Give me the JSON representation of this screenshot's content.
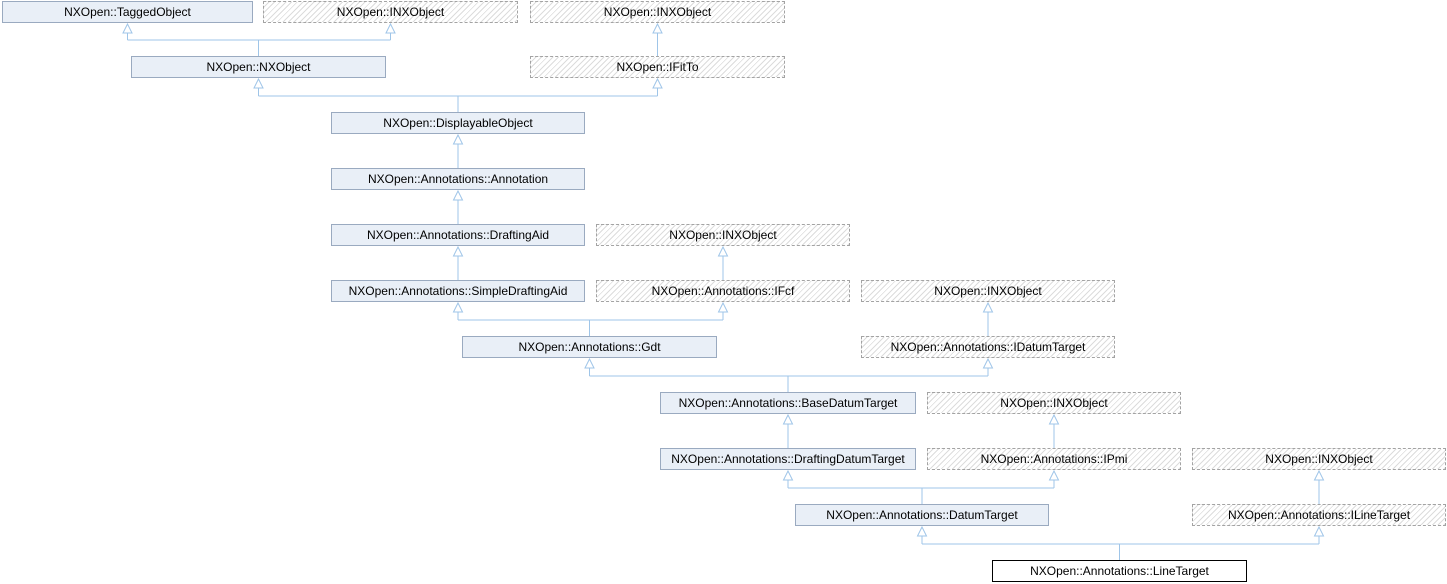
{
  "diagram": {
    "type": "class-inheritance",
    "target_class": "NXOpen::Annotations::LineTarget",
    "colors": {
      "edge": "#9fc5e8",
      "solid_fill": "#e9eff7",
      "solid_border": "#9aaac0",
      "hatch_line": "#dcdcdc",
      "hatch_border": "#a3a3a3",
      "target_border": "#000000",
      "text": "#000000",
      "background": "#ffffff"
    },
    "nodes": [
      {
        "id": "tagged-object",
        "label": "NXOpen::TaggedObject",
        "variant": "solid"
      },
      {
        "id": "inxobject-1",
        "label": "NXOpen::INXObject",
        "variant": "hatched"
      },
      {
        "id": "inxobject-2",
        "label": "NXOpen::INXObject",
        "variant": "hatched"
      },
      {
        "id": "nxobject",
        "label": "NXOpen::NXObject",
        "variant": "solid"
      },
      {
        "id": "ifitto",
        "label": "NXOpen::IFitTo",
        "variant": "hatched"
      },
      {
        "id": "displayable-object",
        "label": "NXOpen::DisplayableObject",
        "variant": "solid"
      },
      {
        "id": "annotation",
        "label": "NXOpen::Annotations::Annotation",
        "variant": "solid"
      },
      {
        "id": "drafting-aid",
        "label": "NXOpen::Annotations::DraftingAid",
        "variant": "solid"
      },
      {
        "id": "inxobject-3",
        "label": "NXOpen::INXObject",
        "variant": "hatched"
      },
      {
        "id": "simple-drafting-aid",
        "label": "NXOpen::Annotations::SimpleDraftingAid",
        "variant": "solid"
      },
      {
        "id": "ifcf",
        "label": "NXOpen::Annotations::IFcf",
        "variant": "hatched"
      },
      {
        "id": "inxobject-4",
        "label": "NXOpen::INXObject",
        "variant": "hatched"
      },
      {
        "id": "gdt",
        "label": "NXOpen::Annotations::Gdt",
        "variant": "solid"
      },
      {
        "id": "idatum-target",
        "label": "NXOpen::Annotations::IDatumTarget",
        "variant": "hatched"
      },
      {
        "id": "base-datum-target",
        "label": "NXOpen::Annotations::BaseDatumTarget",
        "variant": "solid"
      },
      {
        "id": "inxobject-5",
        "label": "NXOpen::INXObject",
        "variant": "hatched"
      },
      {
        "id": "drafting-datum-target",
        "label": "NXOpen::Annotations::DraftingDatumTarget",
        "variant": "solid"
      },
      {
        "id": "ipmi",
        "label": "NXOpen::Annotations::IPmi",
        "variant": "hatched"
      },
      {
        "id": "inxobject-6",
        "label": "NXOpen::INXObject",
        "variant": "hatched"
      },
      {
        "id": "datum-target",
        "label": "NXOpen::Annotations::DatumTarget",
        "variant": "solid"
      },
      {
        "id": "iline-target",
        "label": "NXOpen::Annotations::ILineTarget",
        "variant": "hatched"
      },
      {
        "id": "line-target",
        "label": "NXOpen::Annotations::LineTarget",
        "variant": "target"
      }
    ],
    "edges": [
      {
        "from": "nxobject",
        "to": "tagged-object"
      },
      {
        "from": "nxobject",
        "to": "inxobject-1"
      },
      {
        "from": "ifitto",
        "to": "inxobject-2"
      },
      {
        "from": "displayable-object",
        "to": "nxobject"
      },
      {
        "from": "displayable-object",
        "to": "ifitto"
      },
      {
        "from": "annotation",
        "to": "displayable-object"
      },
      {
        "from": "drafting-aid",
        "to": "annotation"
      },
      {
        "from": "simple-drafting-aid",
        "to": "drafting-aid"
      },
      {
        "from": "ifcf",
        "to": "inxobject-3"
      },
      {
        "from": "gdt",
        "to": "simple-drafting-aid"
      },
      {
        "from": "gdt",
        "to": "ifcf"
      },
      {
        "from": "idatum-target",
        "to": "inxobject-4"
      },
      {
        "from": "base-datum-target",
        "to": "gdt"
      },
      {
        "from": "base-datum-target",
        "to": "idatum-target"
      },
      {
        "from": "drafting-datum-target",
        "to": "base-datum-target"
      },
      {
        "from": "ipmi",
        "to": "inxobject-5"
      },
      {
        "from": "datum-target",
        "to": "drafting-datum-target"
      },
      {
        "from": "datum-target",
        "to": "ipmi"
      },
      {
        "from": "iline-target",
        "to": "inxobject-6"
      },
      {
        "from": "line-target",
        "to": "datum-target"
      },
      {
        "from": "line-target",
        "to": "iline-target"
      }
    ]
  }
}
